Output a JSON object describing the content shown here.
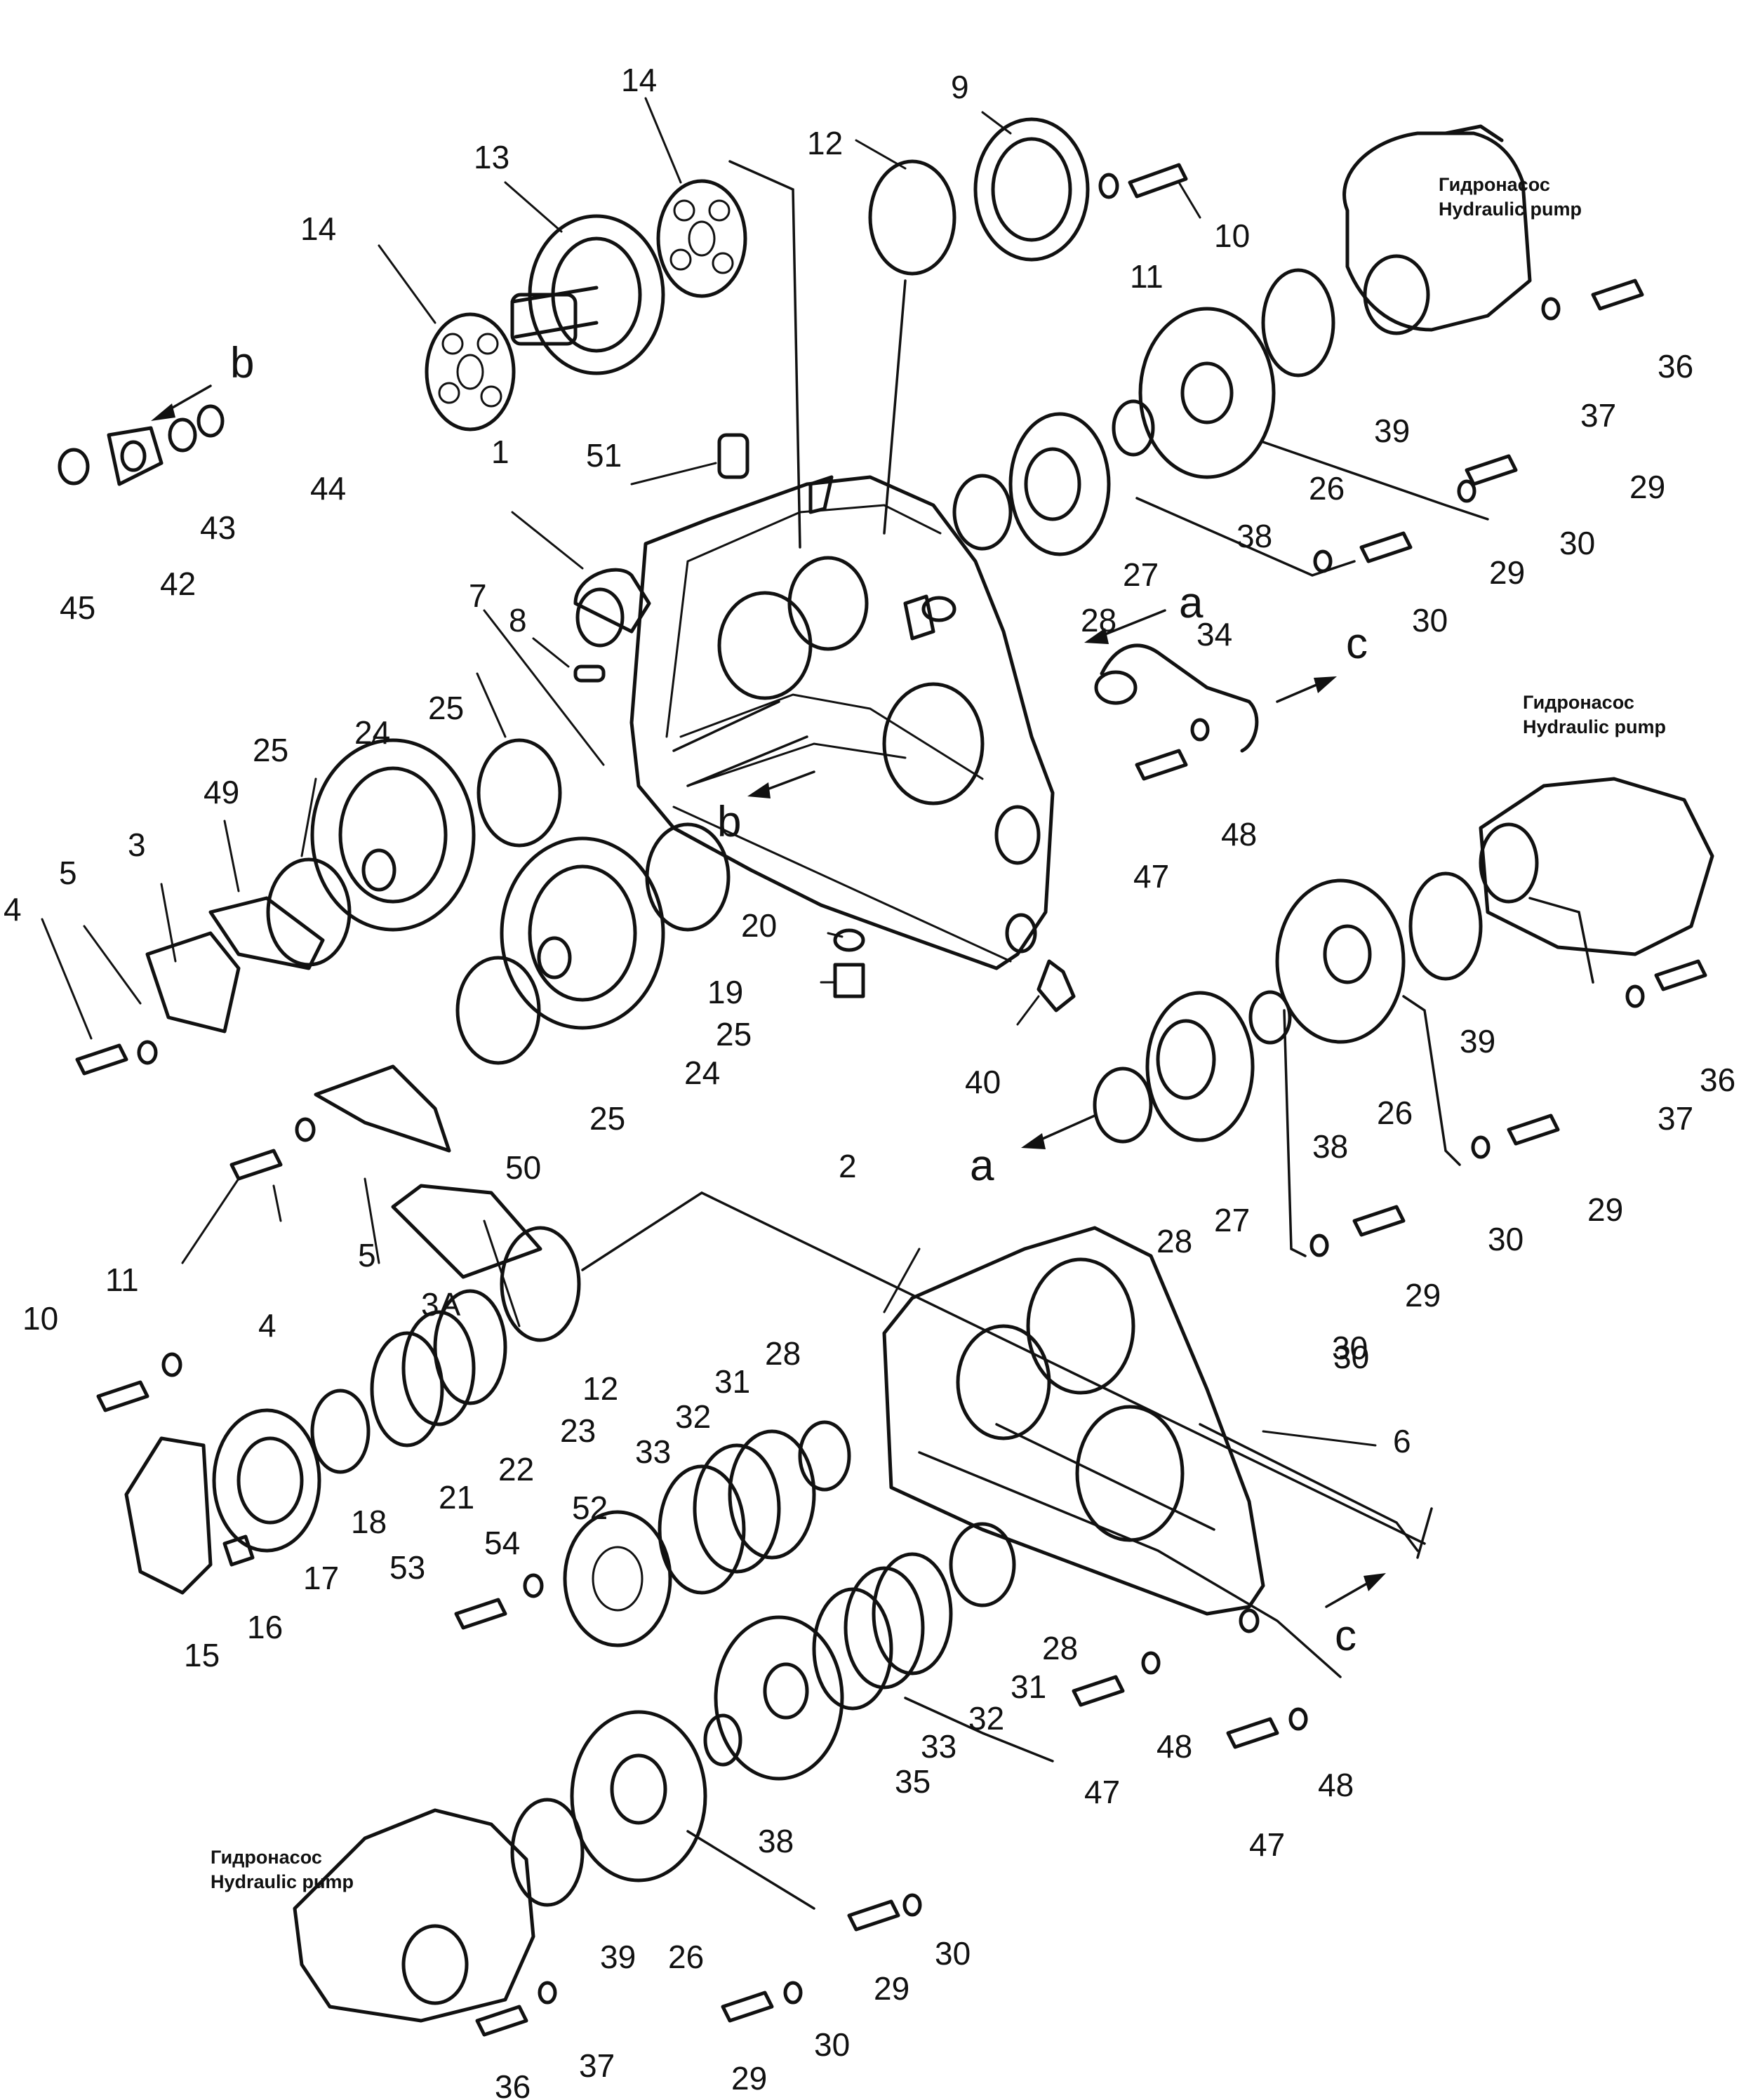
{
  "pump_labels": [
    {
      "ru": "Гидронасос",
      "en": "Hydraulic pump"
    },
    {
      "ru": "Гидронасос",
      "en": "Hydraulic pump"
    },
    {
      "ru": "Гидронасос",
      "en": "Hydraulic pump"
    }
  ],
  "letters": [
    "b",
    "b",
    "a",
    "a",
    "c",
    "c"
  ],
  "callouts": [
    "1",
    "2",
    "3",
    "3A",
    "4",
    "4",
    "5",
    "5",
    "6",
    "7",
    "8",
    "9",
    "10",
    "10",
    "11",
    "11",
    "12",
    "12",
    "13",
    "14",
    "14",
    "15",
    "16",
    "17",
    "18",
    "19",
    "20",
    "21",
    "22",
    "23",
    "24",
    "24",
    "25",
    "25",
    "25",
    "25",
    "26",
    "26",
    "26",
    "27",
    "27",
    "28",
    "28",
    "28",
    "28",
    "29",
    "29",
    "29",
    "29",
    "29",
    "29",
    "30",
    "30",
    "30",
    "30",
    "30",
    "30",
    "30",
    "31",
    "31",
    "32",
    "32",
    "33",
    "33",
    "34",
    "35",
    "36",
    "36",
    "36",
    "37",
    "37",
    "37",
    "38",
    "38",
    "38",
    "39",
    "39",
    "39",
    "40",
    "42",
    "43",
    "44",
    "45",
    "47",
    "47",
    "47",
    "48",
    "48",
    "48",
    "49",
    "50",
    "51",
    "52",
    "53",
    "54"
  ]
}
